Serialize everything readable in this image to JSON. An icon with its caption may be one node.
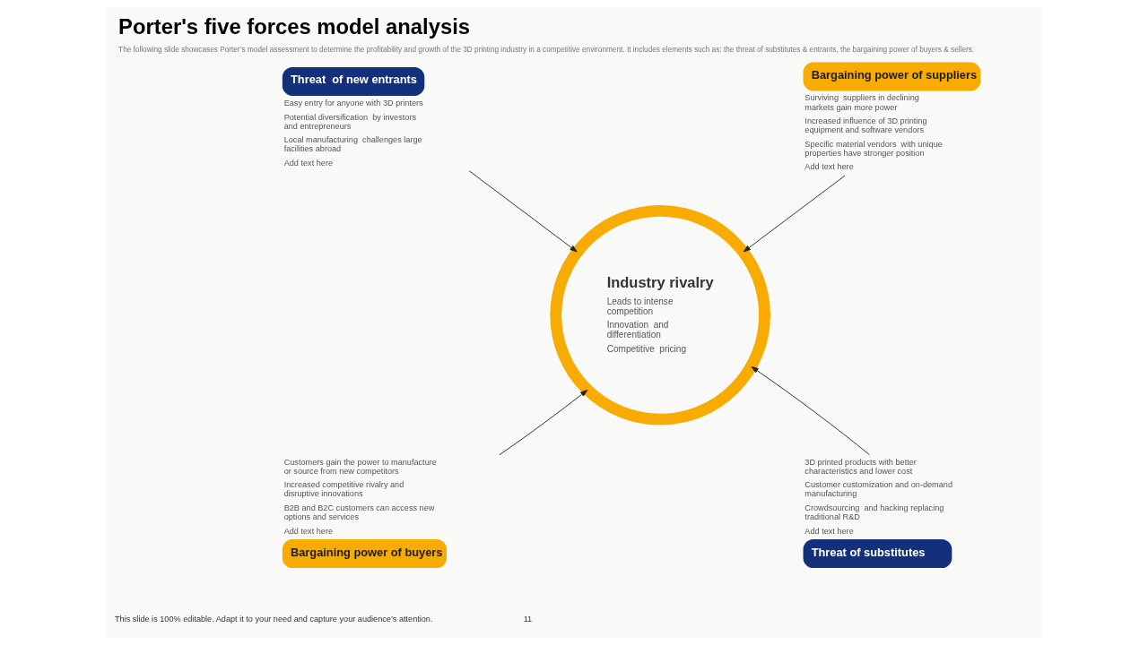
{
  "diagram": {
    "title": "Porter's five forces model analysis",
    "caption": "The following slide showcases Porter’s model assessment to determine the profitability and growth of the 3D printing industry in a competitive environment. It includes elements such as: the threat of substitutes & entrants, the bargaining power of buyers & sellers.",
    "nodes": [
      {
        "text": [
          "Threat  of new entrants"
        ],
        "beside": [
          "Easy entry for anyone with 3D printers",
          "Potential diversification  by investors and entrepreneurs",
          "Local manufacturing  challenges large facilities abroad",
          "Add text here"
        ]
      },
      {
        "text": [
          "Bargaining power of suppliers"
        ],
        "beside": [
          "Surviving  suppliers in declining markets gain more power",
          "Increased influence of 3D printing equipment and software vendors",
          "Specific material vendors  with unique properties have stronger position",
          "Add text here"
        ]
      },
      {
        "text": [
          "Industry rivalry",
          "Leads to intense competition",
          "Innovation  and differentiation",
          "Competitive  pricing"
        ]
      },
      {
        "text": [
          "Bargaining power of buyers"
        ],
        "beside": [
          "Customers gain the power to manufacture or source from new competitors",
          "Increased competitive rivalry and disruptive innovations",
          "B2B and B2C customers can access new options and services",
          "Add text here"
        ]
      },
      {
        "text": [
          "Threat of substitutes"
        ],
        "beside": [
          "3D printed products with better characteristics and lower cost",
          "Customer customization and on-demand manufacturing",
          "Crowdsourcing  and hacking replacing traditional R&D",
          "Add text here"
        ]
      }
    ],
    "edges": [
      {
        "from": 0,
        "to": 2,
        "arrow": "to"
      },
      {
        "from": 1,
        "to": 2,
        "arrow": "to"
      },
      {
        "from": 3,
        "to": 2,
        "arrow": "to"
      },
      {
        "from": 4,
        "to": 2,
        "arrow": "to"
      }
    ],
    "labels": [
      "This slide is 100% editable. Adapt it to your need and capture your audience’s attention.",
      "11"
    ]
  }
}
